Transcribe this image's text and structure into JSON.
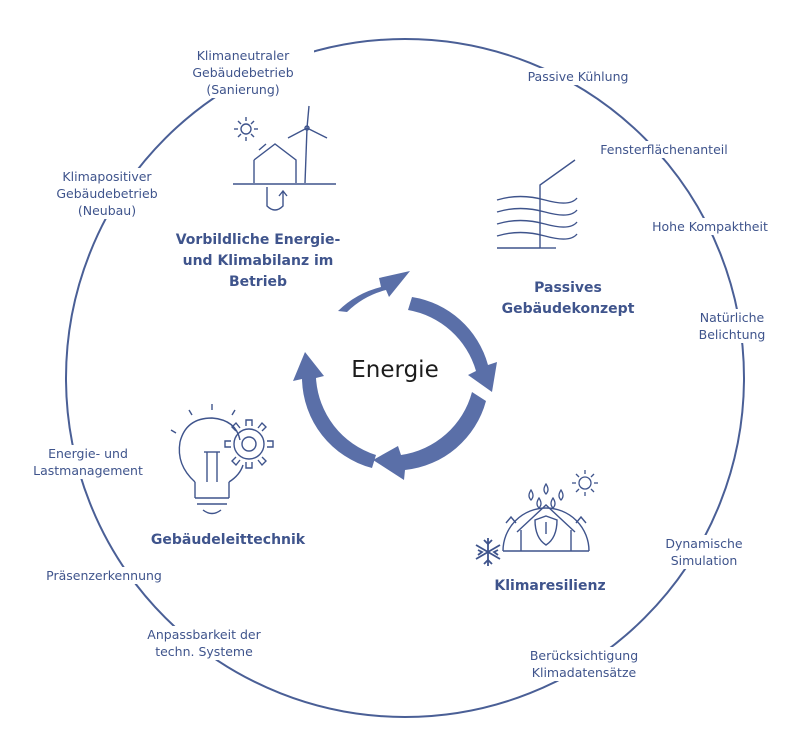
{
  "center_label": "Energie",
  "sections": {
    "betrieb": [
      "Vorbildliche Energie-",
      "und Klimabilanz im",
      "Betrieb"
    ],
    "passiv": [
      "Passives",
      "Gebäudekonzept"
    ],
    "resilienz": [
      "Klimaresilienz"
    ],
    "leittechnik": [
      "Gebäudeleittechnik"
    ]
  },
  "ring_labels": {
    "klimaneutral": [
      "Klimaneutraler",
      "Gebäudebetrieb",
      "(Sanierung)"
    ],
    "klimapositiv": [
      "Klimapositiver",
      "Gebäudebetrieb",
      "(Neubau)"
    ],
    "passive_kuehlung": [
      "Passive Kühlung"
    ],
    "fensterflaechen": [
      "Fensterflächenanteil"
    ],
    "kompaktheit": [
      "Hohe Kompaktheit"
    ],
    "belichtung": [
      "Natürliche",
      "Belichtung"
    ],
    "simulation": [
      "Dynamische",
      "Simulation"
    ],
    "klimadaten": [
      "Berücksichtigung",
      "Klimadatensätze"
    ],
    "anpassbarkeit": [
      "Anpassbarkeit der",
      "techn. Systeme"
    ],
    "praesenz": [
      "Präsenzerkennung"
    ],
    "lastmanagement": [
      "Energie- und",
      "Lastmanagement"
    ]
  },
  "colors": {
    "primary": "#5a6fa8",
    "text": "#3f548c",
    "line": "#4a5f96"
  },
  "icons": [
    "sun-icon",
    "wind-turbine-icon",
    "house-icon",
    "heat-exchange-icon",
    "wind-wall-icon",
    "lightbulb-icon",
    "gear-icon",
    "snowflake-icon",
    "rain-icon",
    "shield-house-icon"
  ]
}
